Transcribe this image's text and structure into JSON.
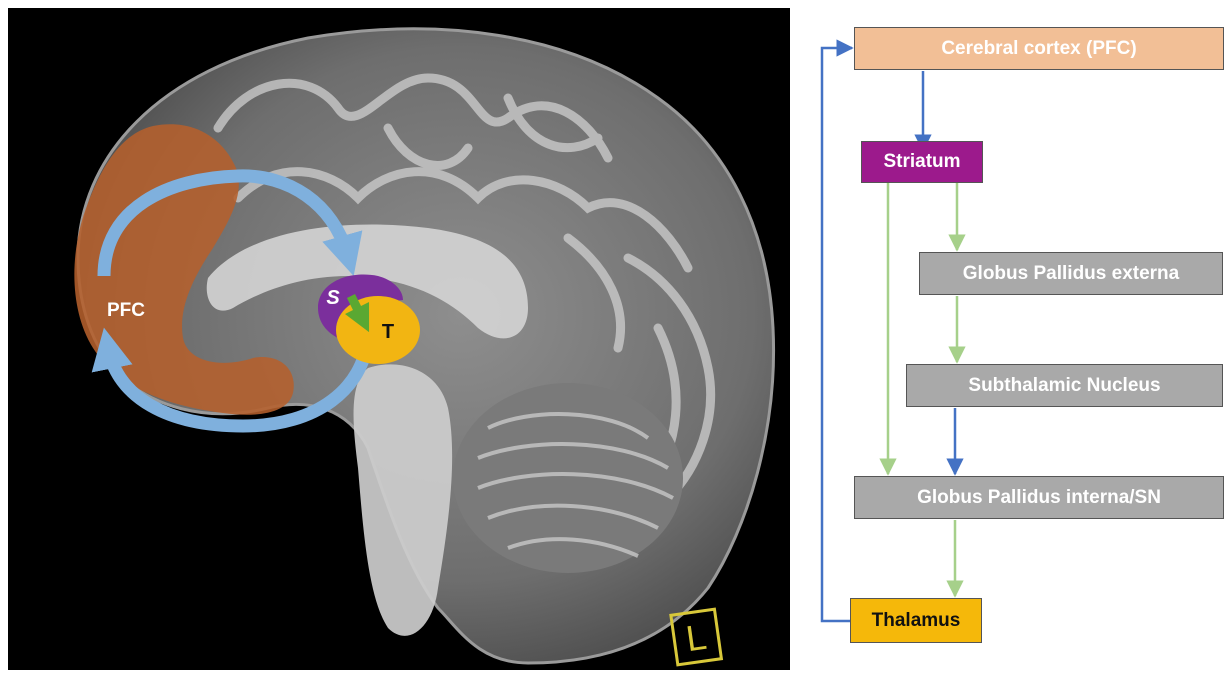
{
  "brain_image": {
    "labels": {
      "pfc": "PFC",
      "striatum": "S",
      "thalamus": "T"
    },
    "orientation_marker": "L",
    "colors": {
      "pfc_overlay": "#b5602c",
      "loop_arrow": "#7fb0dd",
      "striatum": "#7b2f9c",
      "thalamus": "#f2b512",
      "inner_arrow": "#5aa832",
      "marker": "#d8c83a"
    }
  },
  "flowchart": {
    "boxes": {
      "cortex": {
        "label": "Cerebral cortex (PFC)",
        "bg": "#f2bf96",
        "fg": "#ffffff"
      },
      "striatum": {
        "label": "Striatum",
        "bg": "#9c1a8c",
        "fg": "#ffffff"
      },
      "gpe": {
        "label": "Globus Pallidus externa",
        "bg": "#a9a9a9",
        "fg": "#ffffff"
      },
      "stn": {
        "label": "Subthalamic Nucleus",
        "bg": "#a9a9a9",
        "fg": "#ffffff"
      },
      "gpi": {
        "label": "Globus Pallidus interna/SN",
        "bg": "#a9a9a9",
        "fg": "#ffffff"
      },
      "thalamus": {
        "label": "Thalamus",
        "bg": "#f5b80a",
        "fg": "#111111"
      }
    },
    "arrow_colors": {
      "excitatory": "#4472c4",
      "inhibitory": "#a6d08a"
    }
  }
}
